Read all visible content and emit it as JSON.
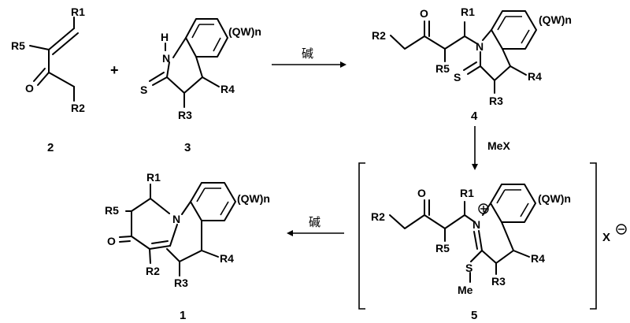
{
  "compounds": {
    "c2": {
      "number": "2",
      "r1": "R1",
      "r5": "R5",
      "r2": "R2",
      "o": "O"
    },
    "c3": {
      "number": "3",
      "nh": "H",
      "n": "N",
      "s": "S",
      "r3": "R3",
      "r4": "R4",
      "qw": "(QW)n"
    },
    "c4": {
      "number": "4",
      "o": "O",
      "r1": "R1",
      "r2": "R2",
      "r5": "R5",
      "n": "N",
      "s": "S",
      "r3": "R3",
      "r4": "R4",
      "qw": "(QW)n"
    },
    "c5": {
      "number": "5",
      "o": "O",
      "r1": "R1",
      "r2": "R2",
      "r5": "R5",
      "n": "N",
      "s": "S",
      "me": "Me",
      "r3": "R3",
      "r4": "R4",
      "qw": "(QW)n",
      "counterion": "X"
    },
    "c1": {
      "number": "1",
      "r1": "R1",
      "r5": "R5",
      "o": "O",
      "n": "N",
      "r2": "R2",
      "r3": "R3",
      "r4": "R4",
      "qw": "(QW)n"
    }
  },
  "plus": "+",
  "reagents": {
    "base_1": "碱",
    "methylation": "MeX",
    "base_2": "碱"
  }
}
